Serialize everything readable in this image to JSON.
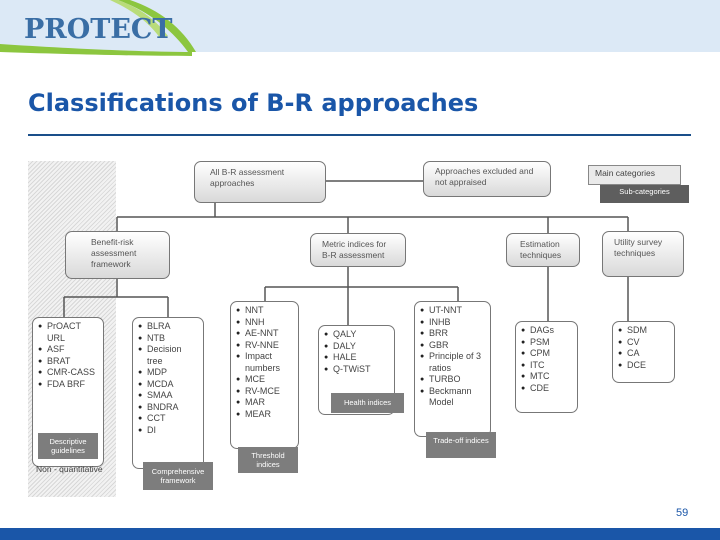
{
  "header": {
    "logo_text": "PROTECT",
    "title": "Classifications of B-R approaches"
  },
  "diagram": {
    "root": "All B-R assessment approaches",
    "excluded": "Approaches excluded and not appraised",
    "legend": {
      "main": "Main categories",
      "sub": "Sub-categories"
    },
    "categories": [
      {
        "label": "Benefit-risk assessment framework"
      },
      {
        "label": "Metric indices for B-R assessment"
      },
      {
        "label": "Estimation techniques"
      },
      {
        "label": "Utility survey techniques"
      }
    ],
    "descriptive": {
      "items": [
        "PrOACT URL",
        "ASF",
        "BRAT",
        "CMR-CASS",
        "FDA BRF"
      ],
      "tag": "Descriptive guidelines",
      "nonquant": "Non - quantitative"
    },
    "comprehensive": {
      "items": [
        "BLRA",
        "NTB",
        "Decision tree",
        "MDP",
        "MCDA",
        "SMAA",
        "BNDRA",
        "CCT",
        "DI"
      ],
      "tag": "Comprehensive framework"
    },
    "threshold": {
      "items": [
        "NNT",
        "NNH",
        "AE-NNT",
        "RV-NNE",
        "Impact numbers",
        "MCE",
        "RV-MCE",
        "MAR",
        "MEAR"
      ],
      "tag": "Threshold indices"
    },
    "health": {
      "items": [
        "QALY",
        "DALY",
        "HALE",
        "Q-TWiST"
      ],
      "tag": "Health indices"
    },
    "tradeoff": {
      "items": [
        "UT-NNT",
        "INHB",
        "BRR",
        "GBR",
        "Principle of 3 ratios",
        "TURBO",
        "Beckmann Model"
      ],
      "tag": "Trade-off indices"
    },
    "estimation": {
      "items": [
        "DAGs",
        "PSM",
        "CPM",
        "ITC",
        "MTC",
        "CDE"
      ]
    },
    "utility": {
      "items": [
        "SDM",
        "CV",
        "CA",
        "DCE"
      ]
    }
  },
  "footer": {
    "page_number": "59"
  }
}
